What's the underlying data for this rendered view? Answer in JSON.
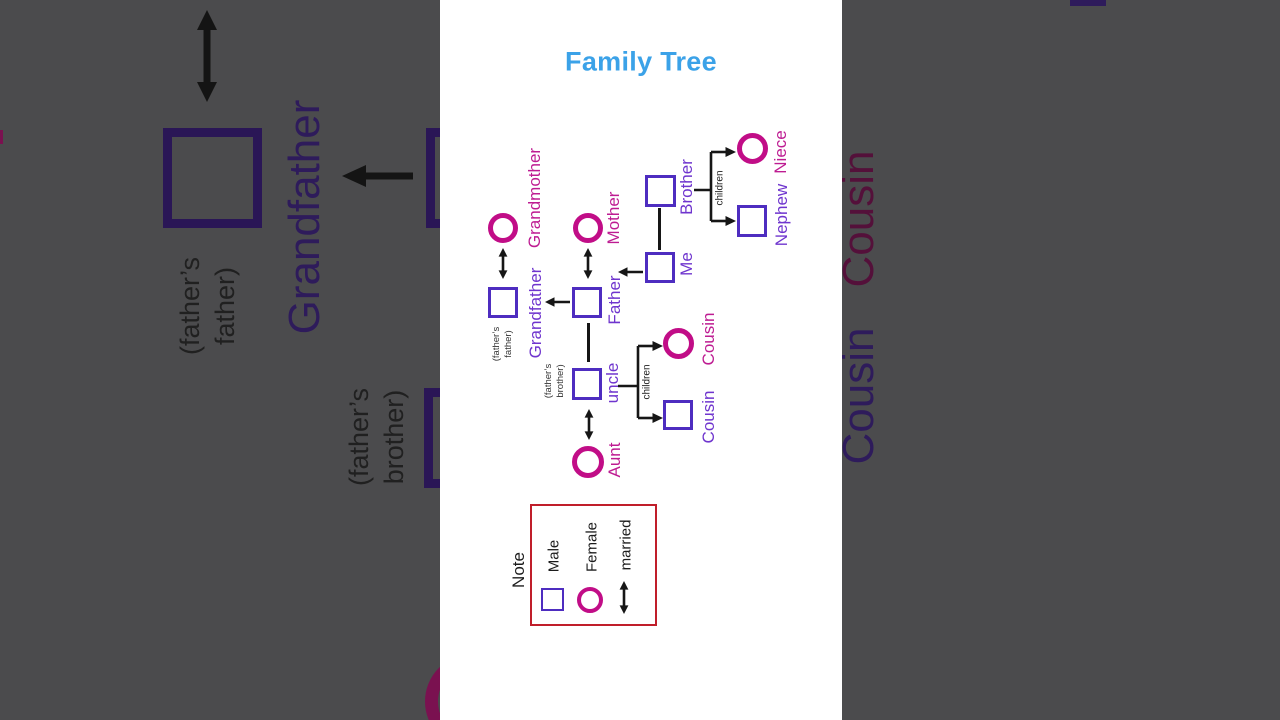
{
  "title": "Family Tree",
  "colors": {
    "title_blue": "#3BA2E8",
    "male_outline": "#4E2DC0",
    "male_label": "#6F35CE",
    "female_outline": "#C10D87",
    "female_label": "#BE1C92",
    "annotation_black": "#1C1C1C",
    "note_gray": "#333333",
    "legend_border_red": "#C01E2A",
    "background_gray": "#4B4B4D",
    "panel_white": "#ffffff"
  },
  "tree": {
    "children_label": "children",
    "nodes": {
      "grandmother": {
        "label": "Grandmother",
        "sex": "female"
      },
      "grandfather": {
        "label": "Grandfather",
        "sex": "male",
        "note": "(father’s\nfather)"
      },
      "mother": {
        "label": "Mother",
        "sex": "female"
      },
      "father": {
        "label": "Father",
        "sex": "male"
      },
      "me": {
        "label": "Me",
        "sex": "male"
      },
      "brother": {
        "label": "Brother",
        "sex": "male"
      },
      "niece": {
        "label": "Niece",
        "sex": "female"
      },
      "nephew": {
        "label": "Nephew",
        "sex": "male"
      },
      "uncle": {
        "label": "uncle",
        "sex": "male",
        "note": "(father’s\nbrother)"
      },
      "aunt": {
        "label": "Aunt",
        "sex": "female"
      },
      "cousin_female": {
        "label": "Cousin",
        "sex": "female"
      },
      "cousin_male": {
        "label": "Cousin",
        "sex": "male"
      }
    }
  },
  "legend": {
    "note": "Note",
    "male": "Male",
    "female": "Female",
    "married": "married"
  },
  "background": {
    "grandfather_label": "Grandfather",
    "father_note": "(father’s\nfather)",
    "uncle_note": "(father’s\nbrother)",
    "cousin_top": "Cousin",
    "cousin_bottom": "Cousin"
  }
}
